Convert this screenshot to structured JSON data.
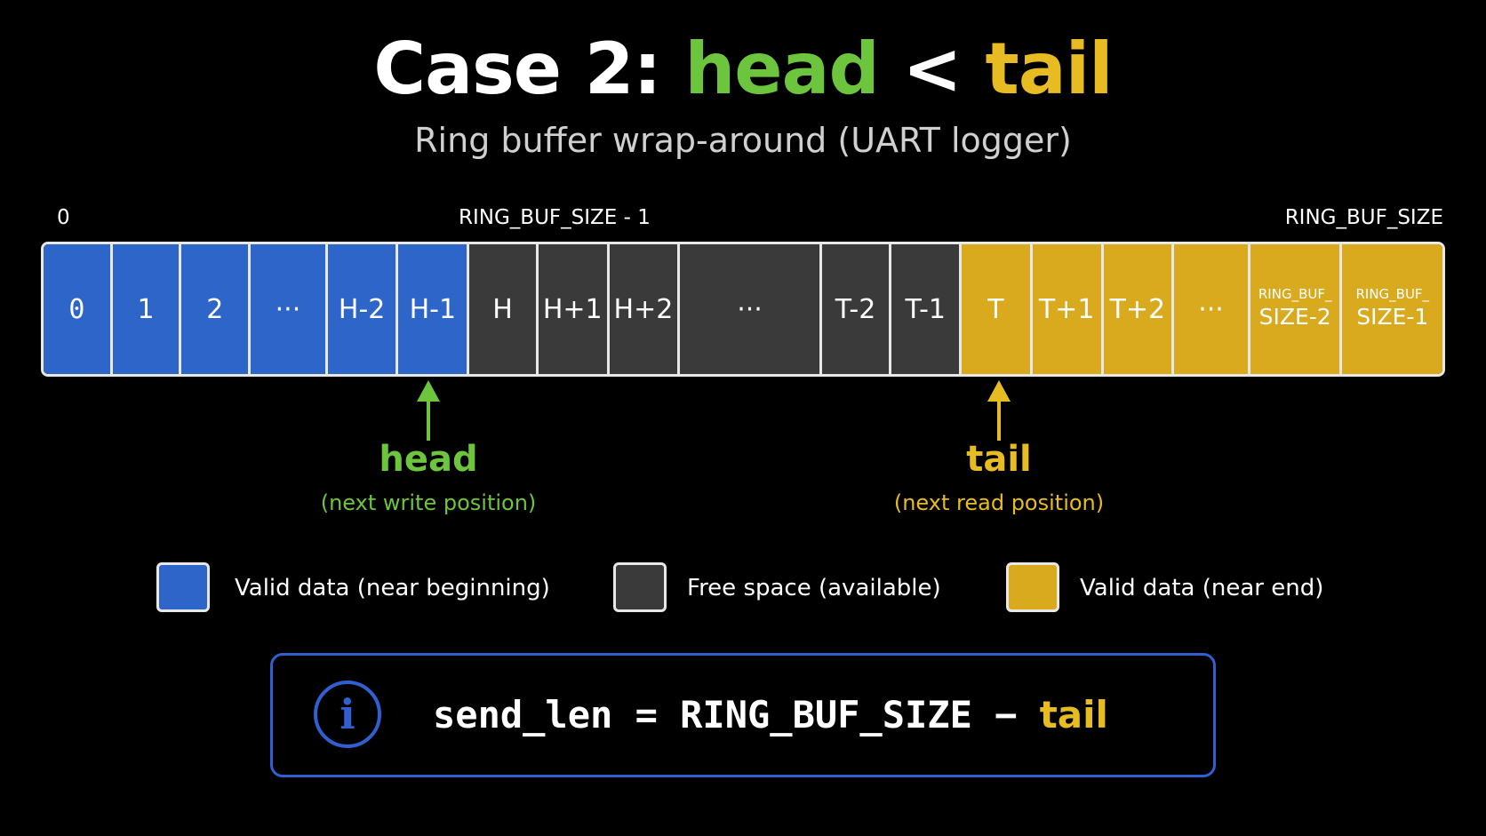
{
  "title": {
    "prefix": "Case 2: ",
    "head": "head",
    "op": " < ",
    "tail": "tail"
  },
  "subtitle": "Ring buffer wrap-around (UART logger)",
  "axis_labels": {
    "start": "0",
    "middle": "RING_BUF_SIZE - 1",
    "end": "RING_BUF_SIZE"
  },
  "cells": [
    {
      "label": "0",
      "kind": "valid-beginning"
    },
    {
      "label": "1",
      "kind": "valid-beginning"
    },
    {
      "label": "2",
      "kind": "valid-beginning"
    },
    {
      "label": "···",
      "kind": "valid-beginning"
    },
    {
      "label": "H-2",
      "kind": "valid-beginning"
    },
    {
      "label": "H-1",
      "kind": "valid-beginning"
    },
    {
      "label": "H",
      "kind": "free"
    },
    {
      "label": "H+1",
      "kind": "free"
    },
    {
      "label": "H+2",
      "kind": "free"
    },
    {
      "label": "···",
      "kind": "free"
    },
    {
      "label": "T-2",
      "kind": "free"
    },
    {
      "label": "T-1",
      "kind": "free"
    },
    {
      "label": "T",
      "kind": "valid-end"
    },
    {
      "label": "T+1",
      "kind": "valid-end"
    },
    {
      "label": "T+2",
      "kind": "valid-end"
    },
    {
      "label": "···",
      "kind": "valid-end"
    },
    {
      "label_top": "RING_BUF_",
      "label": "SIZE-2",
      "kind": "valid-end"
    },
    {
      "label_top": "RING_BUF_",
      "label": "SIZE-1",
      "kind": "valid-end"
    }
  ],
  "pointers": {
    "head": {
      "label": "head",
      "sub": "(next write position)"
    },
    "tail": {
      "label": "tail",
      "sub": "(next read position)"
    }
  },
  "legend": [
    {
      "label": "Valid data (near beginning)",
      "color": "#2d65c8"
    },
    {
      "label": "Free space (available)",
      "color": "#3a3a3a"
    },
    {
      "label": "Valid data (near end)",
      "color": "#d9aa1e"
    }
  ],
  "info": {
    "icon": "info-icon",
    "formula_left": "send_len = RING_BUF_SIZE − ",
    "formula_var": "tail"
  },
  "colors": {
    "head": "#6cc53c",
    "tail": "#e7bc22",
    "valid_beginning": "#2d65c8",
    "free": "#3a3a3a",
    "valid_end": "#d9aa1e",
    "info_border": "#2f5fd0"
  }
}
